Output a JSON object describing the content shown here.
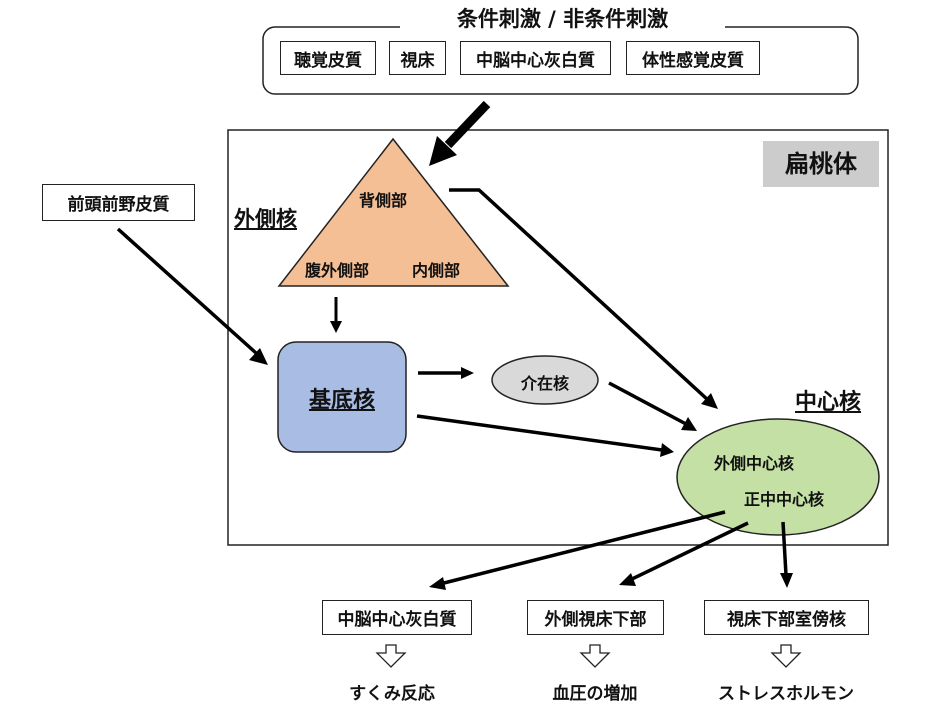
{
  "stimulus_group": {
    "title": "条件刺激 / 非条件刺激",
    "items": [
      "聴覚皮質",
      "視床",
      "中脳中心灰白質",
      "体性感覚皮質"
    ]
  },
  "prefrontal": "前頭前野皮質",
  "amygdala": {
    "title": "扁桃体",
    "lateral_nucleus": {
      "label": "外側核",
      "parts": {
        "dorsal": "背側部",
        "ventrolateral": "腹外側部",
        "medial": "内側部"
      }
    },
    "basal_nucleus": "基底核",
    "intercalated": "介在核",
    "central_nucleus": {
      "label": "中心核",
      "lateral": "外側中心核",
      "medial": "正中中心核"
    }
  },
  "outputs": [
    {
      "target": "中脳中心灰白質",
      "effect": "すくみ反応"
    },
    {
      "target": "外側視床下部",
      "effect": "血圧の増加"
    },
    {
      "target": "視床下部室傍核",
      "effect": "ストレスホルモン"
    }
  ],
  "colors": {
    "triangle": "#f4bf95",
    "basal": "#a9bce3",
    "intercalated": "#d9d9d9",
    "central": "#c5e0a5",
    "title_bg": "#cccccc"
  }
}
